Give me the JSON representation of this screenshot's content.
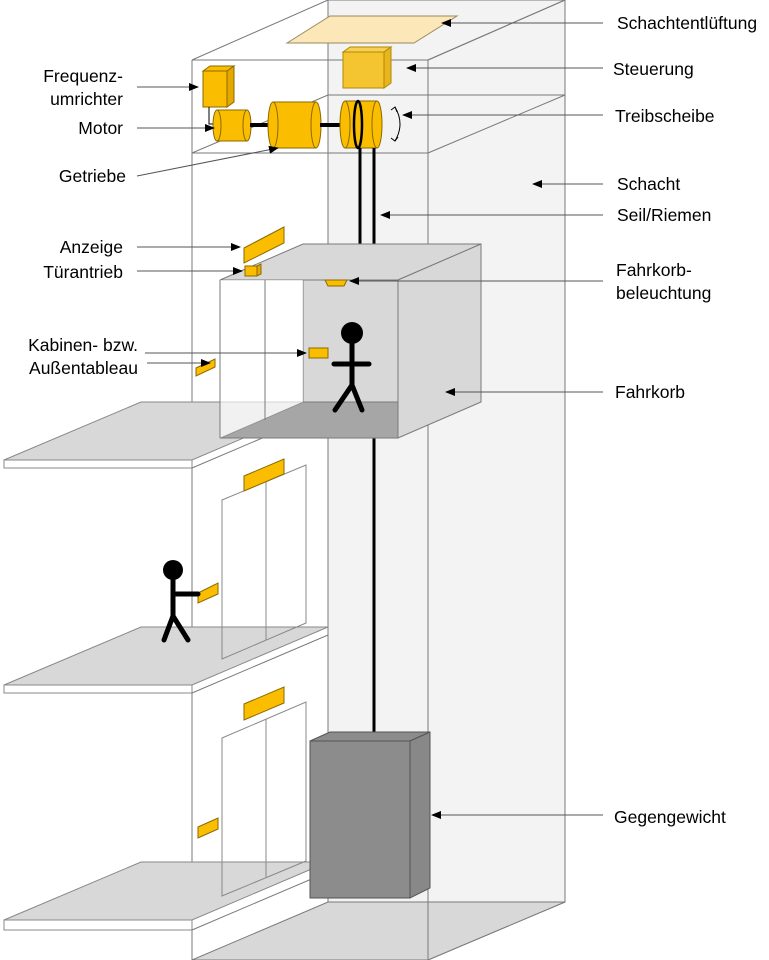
{
  "title": "Aufzug – Komponenten (Schemadarstellung)",
  "colors": {
    "component": "#fbbd00",
    "vent": "#fbe7b8",
    "controller": "#f5c431",
    "shaft": "#f3f3f3",
    "floor": "#d8d8d8",
    "cabin_floor": "#a6a6a6",
    "counterweight": "#8c8c8c",
    "person": "#000000"
  },
  "labels": {
    "left": {
      "frequenzumrichter_1": "Frequenz-",
      "frequenzumrichter_2": "umrichter",
      "motor": "Motor",
      "getriebe": "Getriebe",
      "anzeige": "Anzeige",
      "tuerantrieb": "Türantrieb",
      "tableau_1": "Kabinen- bzw.",
      "tableau_2": "Außentableau"
    },
    "right": {
      "schachtentlueftung": "Schachtentlüftung",
      "steuerung": "Steuerung",
      "treibscheibe": "Treibscheibe",
      "schacht": "Schacht",
      "seil_riemen": "Seil/Riemen",
      "fahrkorbbeleuchtung_1": "Fahrkorb-",
      "fahrkorbbeleuchtung_2": "beleuchtung",
      "fahrkorb": "Fahrkorb",
      "gegengewicht": "Gegengewicht"
    }
  },
  "icons": {
    "person": "stick-figure",
    "rotation": "curved-double-arrow"
  }
}
